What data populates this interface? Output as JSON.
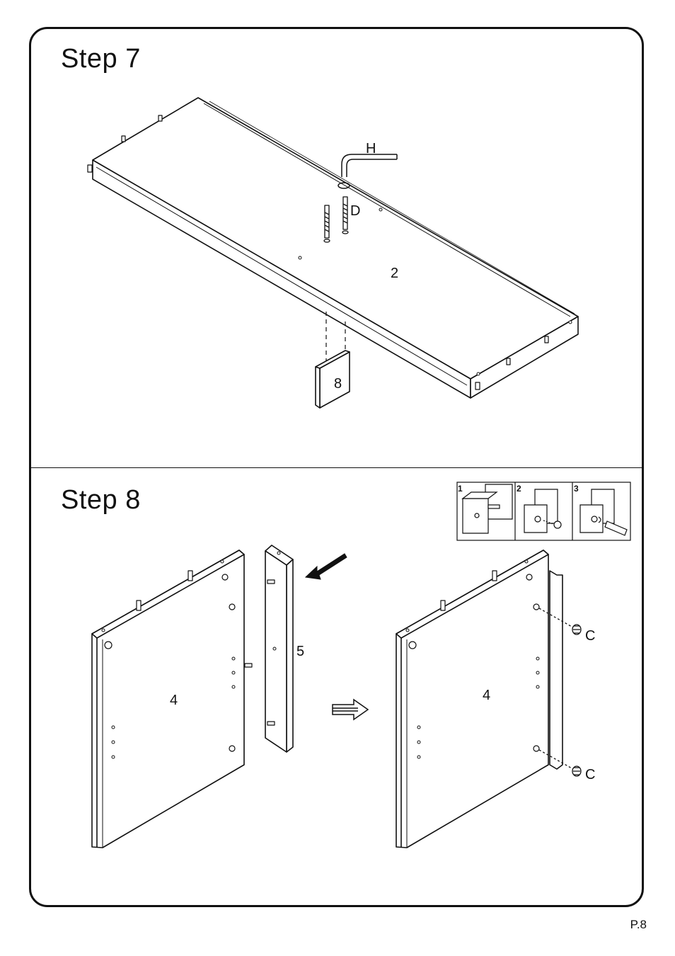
{
  "step7": {
    "title": "Step  7",
    "labels": {
      "tool": "H",
      "screw": "D",
      "panel": "2",
      "block": "8"
    }
  },
  "step8": {
    "title": "Step  8",
    "labels": {
      "left_panel": "4",
      "rail": "5",
      "right_panel": "4",
      "cam_top": "C",
      "cam_bottom": "C",
      "inset1": "1",
      "inset2": "2",
      "inset3": "3"
    }
  },
  "footer": {
    "page": "P.8"
  }
}
